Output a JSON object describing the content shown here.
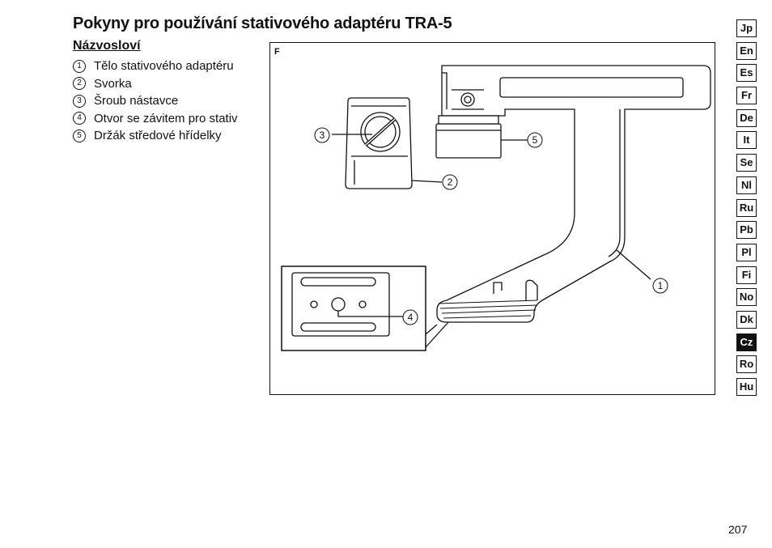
{
  "page": {
    "title": "Pokyny pro používání stativového adaptéru TRA-5",
    "subtitle": "Názvosloví",
    "page_number": "207"
  },
  "legend": [
    {
      "num": "1",
      "label": "Tělo stativového adaptéru"
    },
    {
      "num": "2",
      "label": "Svorka"
    },
    {
      "num": "3",
      "label": "Šroub nástavce"
    },
    {
      "num": "4",
      "label": "Otvor se závitem pro stativ"
    },
    {
      "num": "5",
      "label": "Držák středové hřídelky"
    }
  ],
  "figure": {
    "label": "F",
    "callouts": [
      "1",
      "2",
      "3",
      "4",
      "5"
    ]
  },
  "languages": [
    {
      "code": "Jp",
      "active": false
    },
    {
      "code": "En",
      "active": false
    },
    {
      "code": "Es",
      "active": false
    },
    {
      "code": "Fr",
      "active": false
    },
    {
      "code": "De",
      "active": false
    },
    {
      "code": "It",
      "active": false
    },
    {
      "code": "Se",
      "active": false
    },
    {
      "code": "Nl",
      "active": false
    },
    {
      "code": "Ru",
      "active": false
    },
    {
      "code": "Pb",
      "active": false
    },
    {
      "code": "Pl",
      "active": false
    },
    {
      "code": "Fi",
      "active": false
    },
    {
      "code": "No",
      "active": false
    },
    {
      "code": "Dk",
      "active": false
    },
    {
      "code": "Cz",
      "active": true
    },
    {
      "code": "Ro",
      "active": false
    },
    {
      "code": "Hu",
      "active": false
    }
  ]
}
